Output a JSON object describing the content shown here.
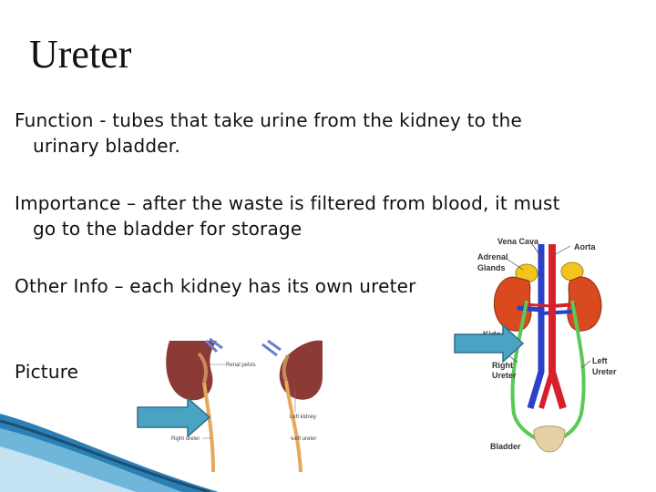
{
  "slide": {
    "title": "Ureter",
    "bullets": [
      {
        "line1": "Function - tubes that take urine from the kidney to the",
        "line2": "urinary bladder."
      },
      {
        "line1": "Importance – after the waste is filtered from blood, it must",
        "line2": "go to the bladder for storage"
      },
      {
        "line1": "Other Info – each kidney has its own ureter",
        "line2": ""
      },
      {
        "line1": "Picture",
        "line2": ""
      }
    ]
  },
  "figure_left": {
    "labels": {
      "renal_pelvis": "Renal pelvis",
      "left_kidney": "Left kidney",
      "right_ureter": "Right ureter",
      "left_ureter": "Left ureter"
    }
  },
  "figure_right": {
    "labels": {
      "vena_cava": "Vena Cava",
      "aorta": "Aorta",
      "adrenal": "Adrenal",
      "glands": "Glands",
      "kidney": "Kidney",
      "right": "Right",
      "right_ureter": "Ureter",
      "left": "Left",
      "left_ureter": "Ureter",
      "bladder": "Bladder"
    }
  },
  "colors": {
    "arrow_fill": "#4ba3c4",
    "ureter_green": "#5cc85a",
    "kidney_red": "#d94a1e",
    "adrenal_yellow": "#f3c51c",
    "vein_blue": "#2b3fc9",
    "artery_red": "#d8202a",
    "bladder_tan": "#e4cfa6",
    "corner_blue": "#2b7fb3"
  },
  "icons": [
    "arrow-right-icon"
  ]
}
